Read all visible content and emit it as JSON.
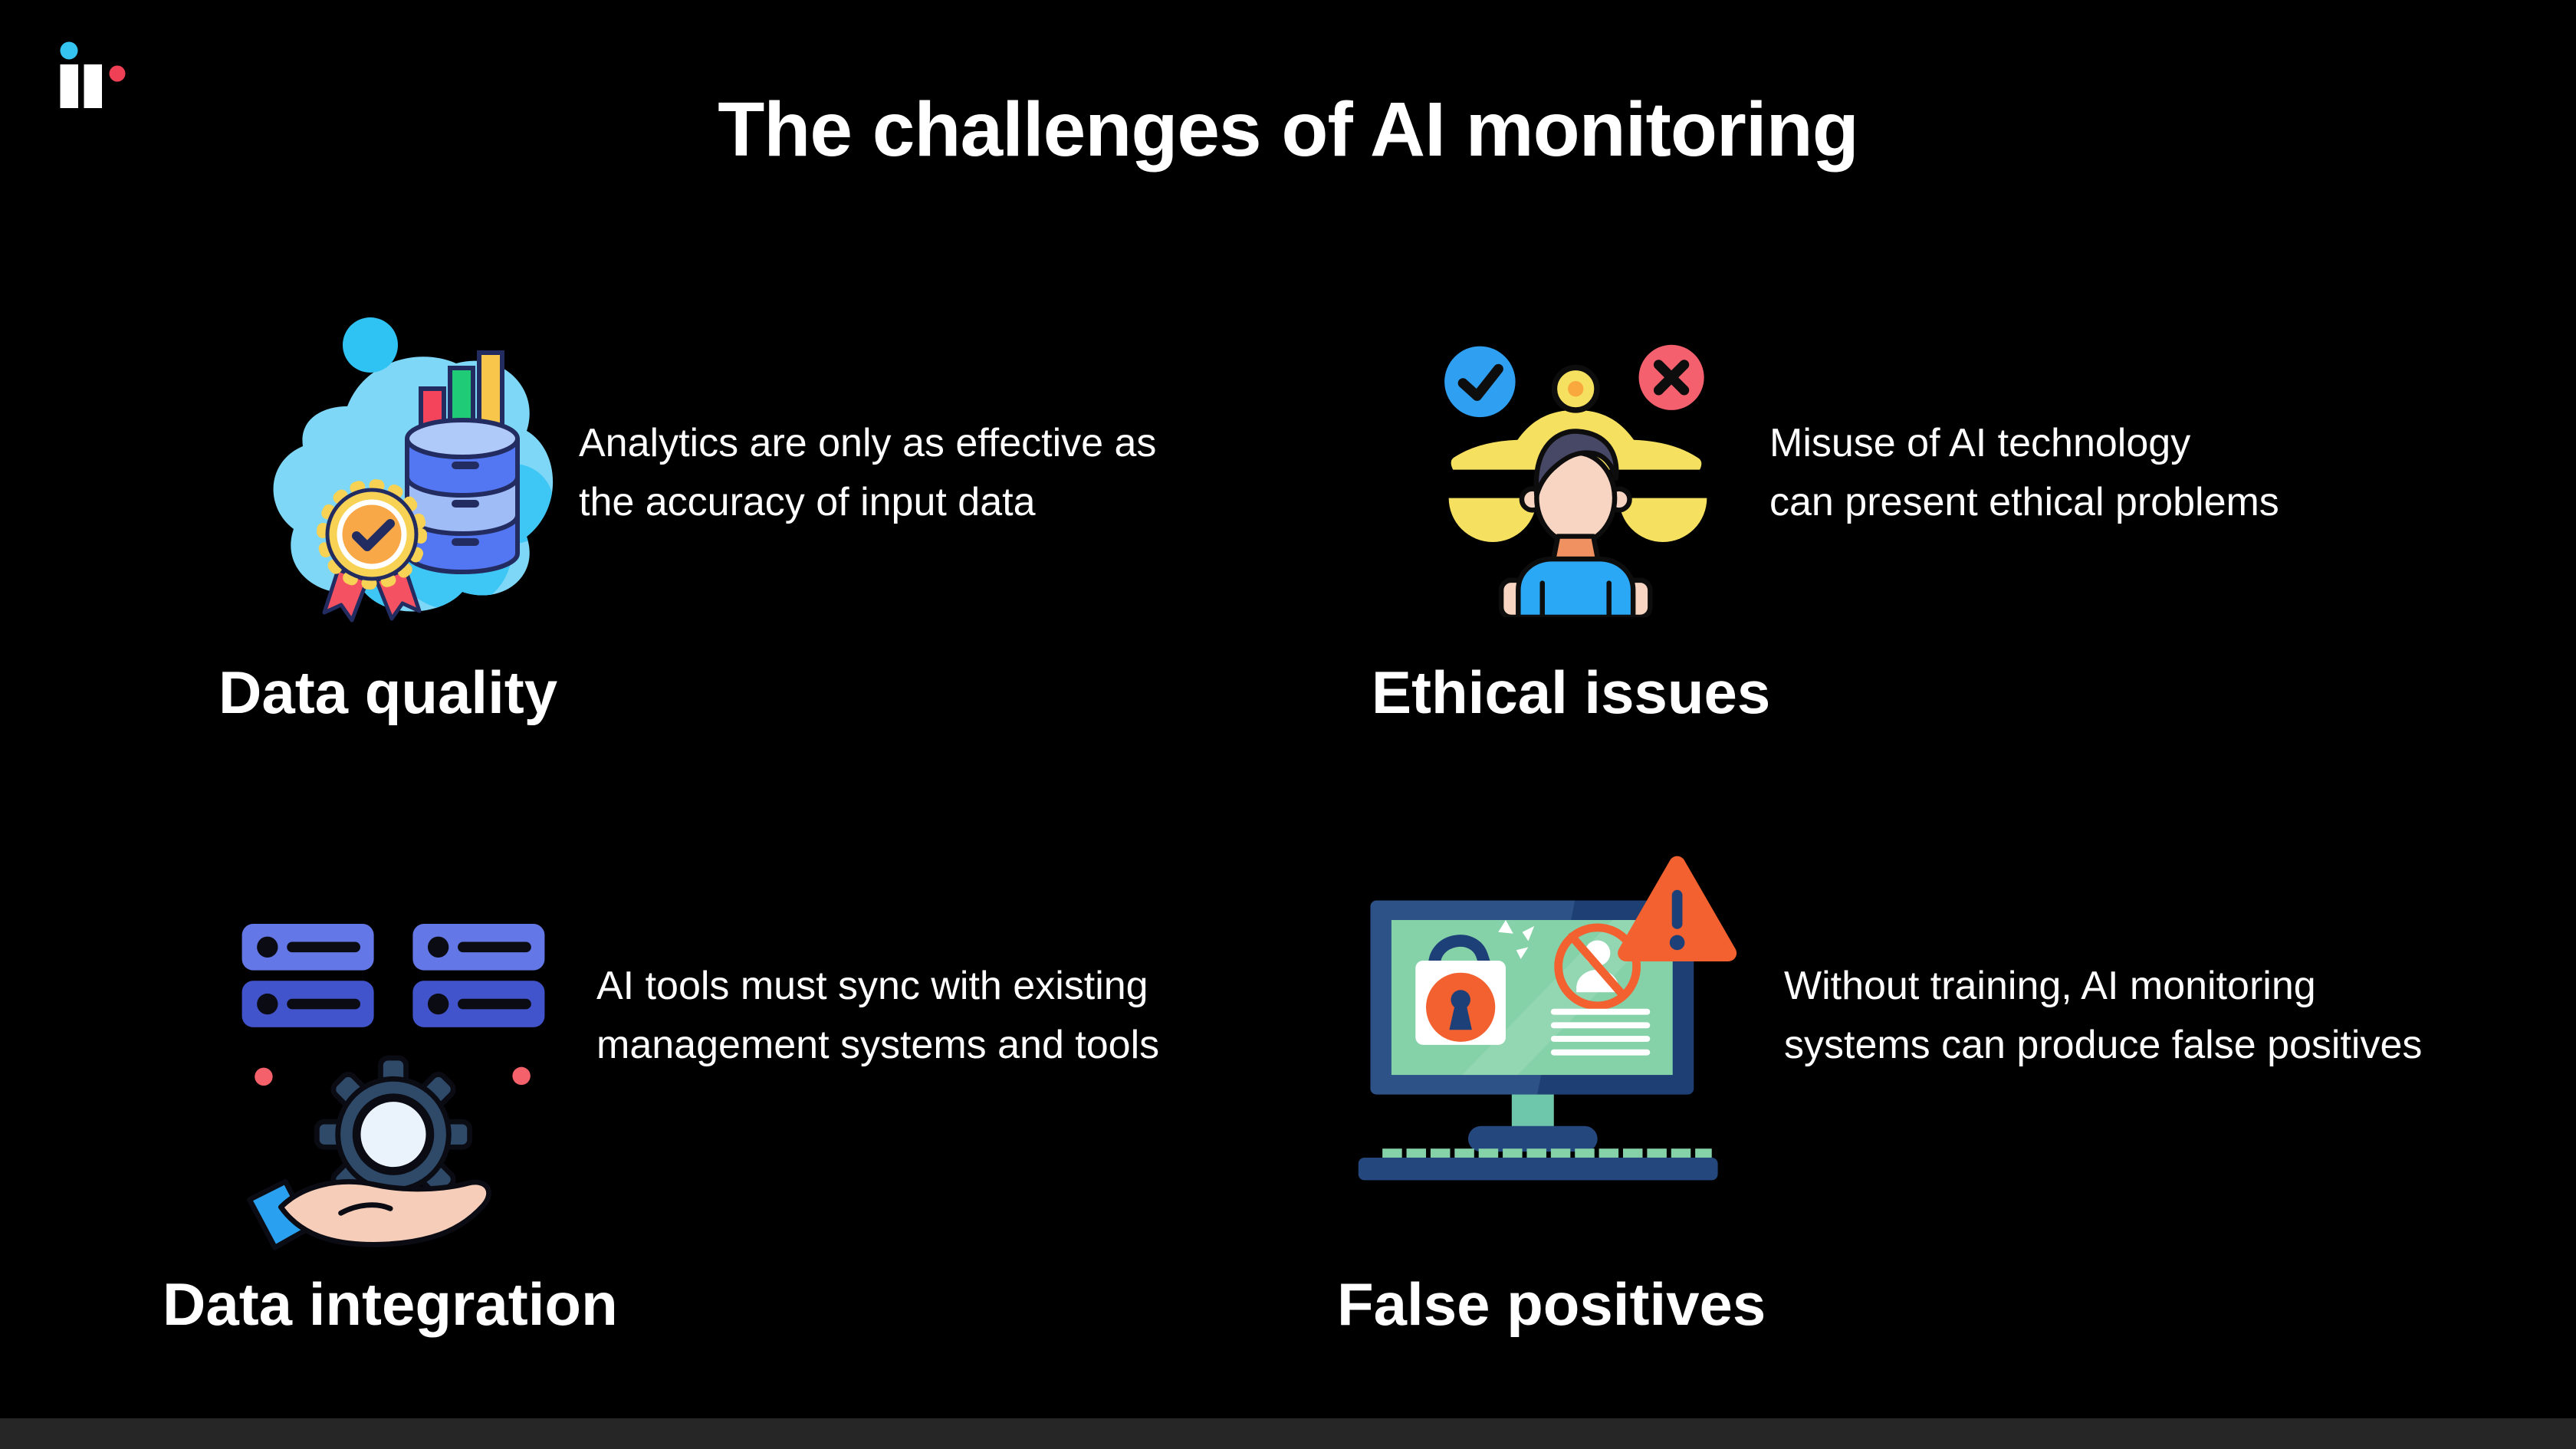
{
  "title": "The challenges of AI monitoring",
  "logo": {
    "alt": "ir logo"
  },
  "sections": [
    {
      "heading": "Data quality",
      "line1": "Analytics are only as effective as",
      "line2": "the accuracy of input data",
      "icon": "data-quality-icon"
    },
    {
      "heading": "Ethical issues",
      "line1": "Misuse of AI technology",
      "line2": "can present ethical problems",
      "icon": "ethical-issues-icon"
    },
    {
      "heading": "Data integration",
      "line1": "AI tools must sync with existing",
      "line2": "management systems and tools",
      "icon": "data-integration-icon"
    },
    {
      "heading": "False positives",
      "line1": "Without training, AI monitoring",
      "line2": "systems can produce false positives",
      "icon": "false-positives-icon"
    }
  ],
  "colors": {
    "background": "#000000",
    "text": "#ffffff",
    "logo_blue": "#35c4f0",
    "logo_red": "#ef4056",
    "blob_blue": "#7ed7f6",
    "accent_cyan": "#3ec7f4",
    "database_blue": "#5377f2",
    "bar_red": "#f4445c",
    "bar_green": "#1fcb76",
    "bar_yellow": "#f8c64a",
    "medal_yellow": "#f7d254",
    "medal_orange": "#f9a847",
    "ribbon_red": "#f45263",
    "check_circle_blue": "#2e9ff1",
    "cross_circle_red": "#f4606e",
    "scale_yellow": "#f6e060",
    "skin": "#f8d5c2",
    "shirt_blue": "#2aa7f5",
    "server_light": "#6377e6",
    "server_dark": "#4254cb",
    "gear_slate": "#2e4a68",
    "hand_skin": "#f6cdb9",
    "sleeve_blue": "#29a1f0",
    "monitor_frame": "#2c5288",
    "monitor_dark": "#1d3f73",
    "screen_green": "#85d1a8",
    "alert_orange": "#f2612f",
    "lock_navy": "#1e4078",
    "stand_teal": "#6fc7ab",
    "bottom_bar": "#262626"
  }
}
